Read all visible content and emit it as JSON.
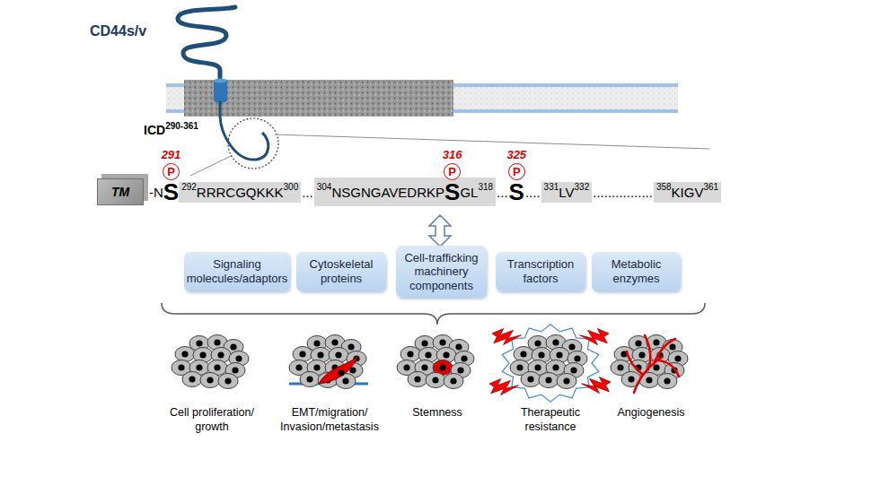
{
  "diagram": {
    "nodes": [
      {
        "text": [
          "TM"
        ]
      },
      {
        "text": [
          "292",
          "RRRCGQKKK",
          "300"
        ]
      },
      {
        "text": [
          "304",
          "NSGNGAVEDRKP",
          "S",
          "GL",
          "318"
        ]
      },
      {
        "text": [
          "331",
          "LV",
          "332"
        ]
      },
      {
        "text": [
          "358",
          "KIGV",
          "361"
        ]
      },
      {
        "text": [
          "Signaling molecules/adaptors"
        ]
      },
      {
        "text": [
          "Cytoskeletal proteins"
        ]
      },
      {
        "text": [
          "Cell-trafficking machinery components"
        ]
      },
      {
        "text": [
          "Transcription factors"
        ]
      },
      {
        "text": [
          "Metabolic enzymes"
        ]
      }
    ],
    "labels": [
      "CD44s/v",
      "ICD",
      "290-361",
      "291",
      "P",
      "316",
      "P",
      "325",
      "P",
      "-N",
      "S",
      "...",
      "...",
      "S",
      "....",
      "................",
      "Cell proliferation/ growth",
      "EMT/migration/ Invasion/metastasis",
      "Stemness",
      "Therapeutic resistance",
      "Angiogenesis"
    ]
  }
}
